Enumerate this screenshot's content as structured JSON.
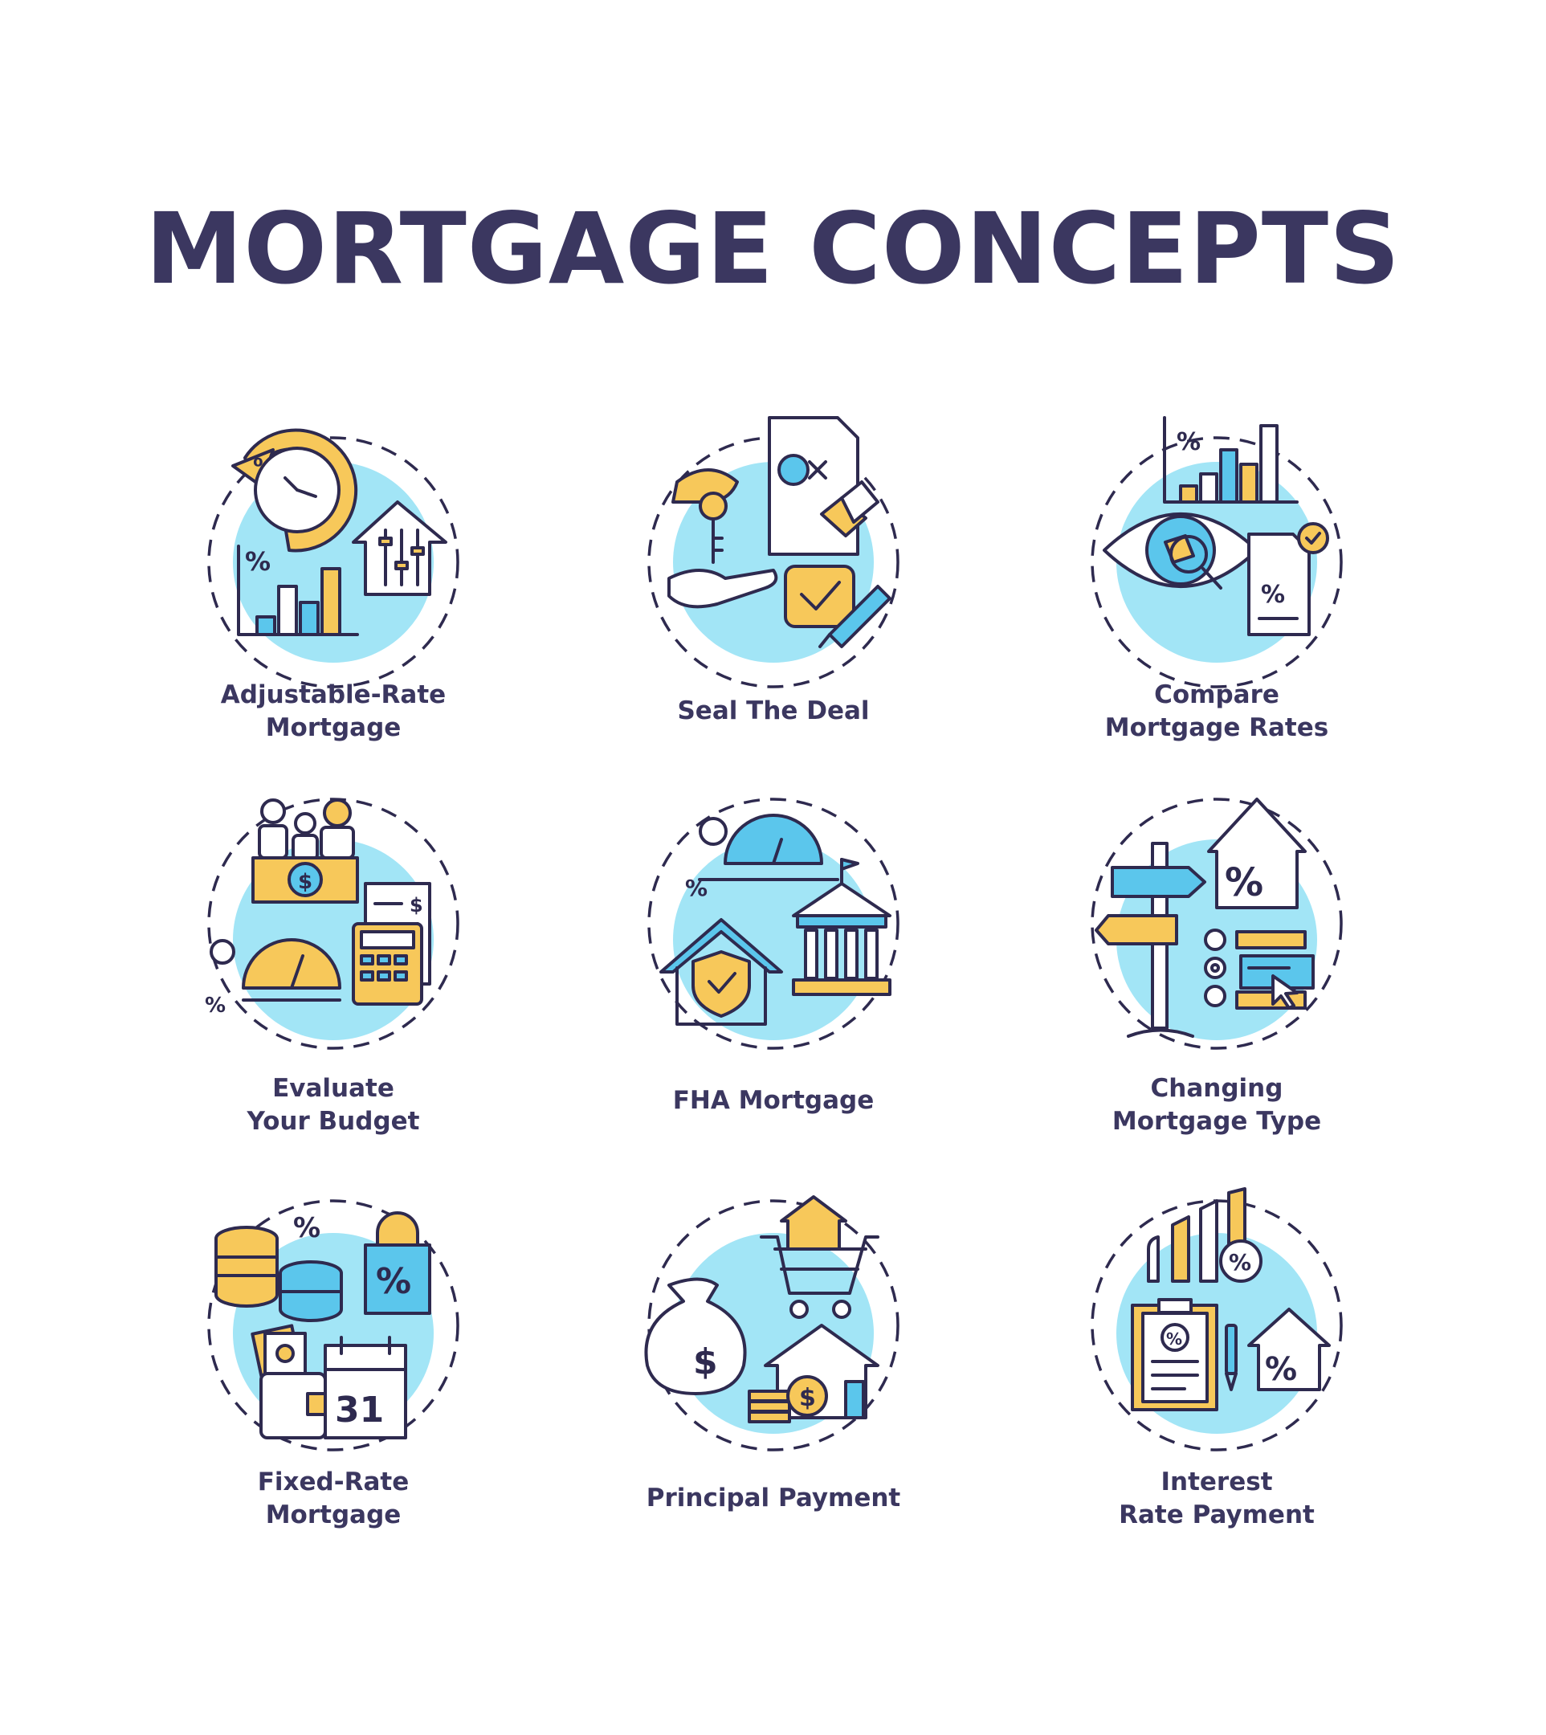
{
  "title": "MORTGAGE CONCEPTS",
  "colors": {
    "text": "#3b3760",
    "outline": "#2e2a4f",
    "yellow": "#f7c85a",
    "blue": "#5bc6ec",
    "light_blue": "#a2e5f6"
  },
  "items": [
    {
      "line1": "Adjustable-Rate",
      "line2": "Mortgage",
      "icon": "adjustable-rate-icon"
    },
    {
      "line1": "Seal The Deal",
      "line2": "",
      "icon": "seal-deal-icon"
    },
    {
      "line1": "Compare",
      "line2": "Mortgage Rates",
      "icon": "compare-rates-icon"
    },
    {
      "line1": "Evaluate",
      "line2": "Your Budget",
      "icon": "evaluate-budget-icon"
    },
    {
      "line1": "FHA Mortgage",
      "line2": "",
      "icon": "fha-mortgage-icon"
    },
    {
      "line1": "Changing",
      "line2": "Mortgage Type",
      "icon": "changing-type-icon"
    },
    {
      "line1": "Fixed-Rate",
      "line2": "Mortgage",
      "icon": "fixed-rate-icon"
    },
    {
      "line1": "Principal Payment",
      "line2": "",
      "icon": "principal-payment-icon"
    },
    {
      "line1": "Interest",
      "line2": "Rate Payment",
      "icon": "interest-payment-icon"
    }
  ],
  "glyphs": {
    "percent": "%",
    "dollar": "$",
    "day": "31"
  }
}
